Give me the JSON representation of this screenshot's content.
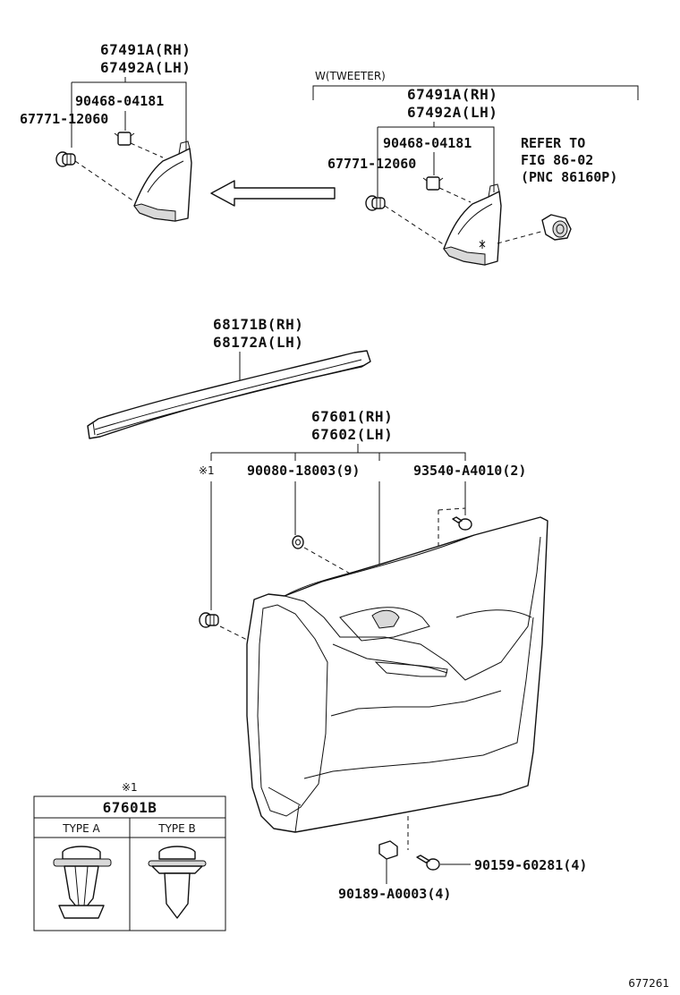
{
  "top_left": {
    "part_rh": "67491A(RH)",
    "part_lh": "67492A(LH)",
    "clip": "90468-04181",
    "fastener": "67771-12060"
  },
  "top_right": {
    "variant": "W(TWEETER)",
    "part_rh": "67491A(RH)",
    "part_lh": "67492A(LH)",
    "clip": "90468-04181",
    "fastener": "67771-12060",
    "refer_1": "REFER TO",
    "refer_2": "FIG 86-02",
    "refer_3": "(PNC 86160P)"
  },
  "weatherstrip": {
    "part_rh": "68171B(RH)",
    "part_lh": "68172A(LH)"
  },
  "door_panel": {
    "part_rh": "67601(RH)",
    "part_lh": "67602(LH)",
    "note_mark": "※1",
    "clip_qty": "90080-18003(9)",
    "screw_qty": "93540-A4010(2)",
    "screw_bottom": "90159-60281(4)",
    "clip_bottom": "90189-A0003(4)"
  },
  "inset": {
    "note_mark": "※1",
    "part": "67601B",
    "type_a": "TYPE  A",
    "type_b": "TYPE  B"
  },
  "figure_id": "677261"
}
